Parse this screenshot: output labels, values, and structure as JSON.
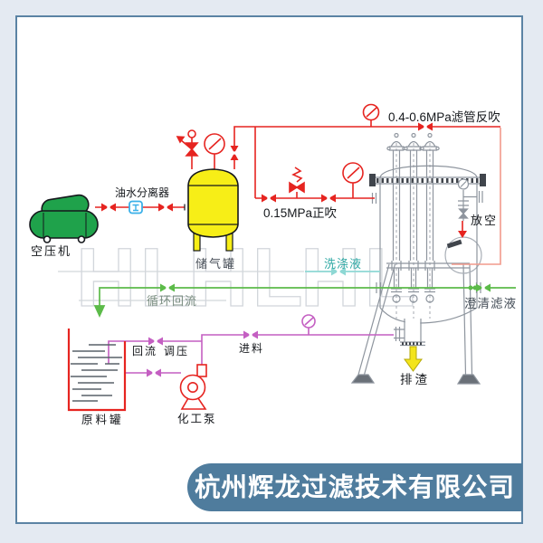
{
  "page": {
    "company_banner": "杭州辉龙过滤技术有限公司",
    "watermark": "HL"
  },
  "labels": {
    "compressor": "空压机",
    "oil_water_separator": "油水分离器",
    "gas_tank": "储气罐",
    "reverse_blow": "0.4-0.6MPa滤管反吹",
    "positive_blow": "0.15MPa正吹",
    "vent": "放空",
    "washing_liquid": "洗涤液",
    "circulation_return": "循环回流",
    "clear_filtrate": "澄清滤液",
    "reflux": "回流",
    "pressure_regulate": "调压",
    "feed": "进料",
    "raw_material_tank": "原料罐",
    "chemical_pump": "化工泵",
    "slag_discharge": "排渣"
  },
  "colors": {
    "page_bg": "#e4eaf2",
    "panel_border": "#5b83a4",
    "pipe_red": "#e62420",
    "pipe_red_light": "#f29a8c",
    "pipe_green": "#5cbb49",
    "pipe_magenta": "#c45fc2",
    "pipe_teal": "#8ed8d4",
    "text_teal": "#2fa8a4",
    "equip_green": "#1fa24b",
    "equip_yellow": "#f7ee17",
    "equip_blue": "#3bb0e8",
    "equip_gray": "#8e959e",
    "watermark_gray": "#d2d6db",
    "slag_yellow": "#f3e41c",
    "banner_bg": "#4f7c9d",
    "banner_text": "#ffffff"
  }
}
